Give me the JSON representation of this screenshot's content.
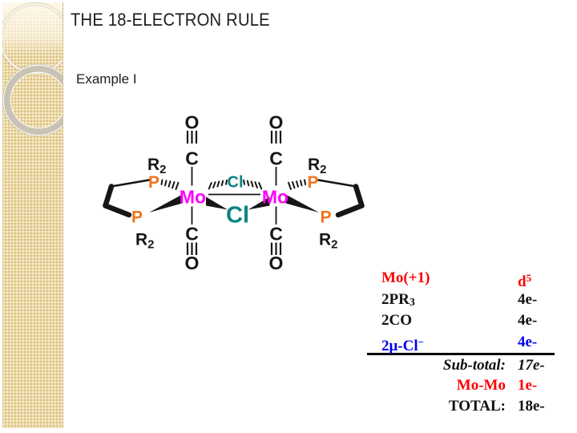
{
  "slide": {
    "title": "THE 18-ELECTRON RULE",
    "subtitle": "Example I"
  },
  "palette": {
    "sidebar_beige": "#ecd9a6",
    "sidebar_ring_gray": "#c9c3b6",
    "mo_color": "#ff00ff",
    "p_color": "#f4731f",
    "cl_color": "#0d8383",
    "ink": "#161616",
    "table_red": "#ff0000",
    "table_blue": "#0000ee"
  },
  "molecule": {
    "mo_left": "Mo",
    "mo_right": "Mo",
    "o_top_left": "O",
    "c_top_left": "C",
    "c_bottom_left": "C",
    "o_bottom_left": "O",
    "o_top_right": "O",
    "c_top_right": "C",
    "c_bottom_right": "C",
    "o_bottom_right": "O",
    "cl_bridge_top": "Cl",
    "cl_bridge_bottom": "Cl",
    "p_top_left": "P",
    "p_bottom_left": "P",
    "p_top_right": "P",
    "p_bottom_right": "P",
    "r_base": "R",
    "r_sub": "2"
  },
  "table": {
    "rows": [
      {
        "label": "Mo(+1)",
        "value_base": "d",
        "value_sup": "5"
      },
      {
        "label_base": "2PR",
        "label_sub": "3",
        "value": "4e-"
      },
      {
        "label": "2CO",
        "value": "4e-"
      },
      {
        "label_base": "2μ-Cl",
        "label_sup": "−",
        "value": "4e-"
      }
    ],
    "summary": [
      {
        "label": "Sub-total:",
        "value": "17e-"
      },
      {
        "label": "Mo-Mo",
        "value": "1e-"
      },
      {
        "label": "TOTAL:",
        "value": "18e-"
      }
    ]
  }
}
